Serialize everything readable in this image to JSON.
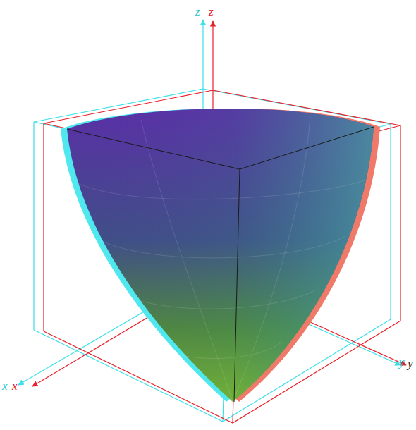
{
  "diagram": {
    "labels": [
      "z",
      "z",
      "x",
      "x",
      "y",
      "y"
    ]
  }
}
